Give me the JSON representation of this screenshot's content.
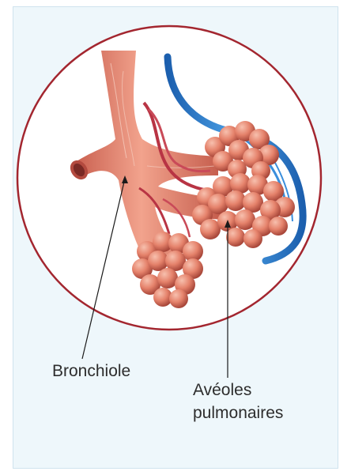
{
  "labels": {
    "bronchiole": "Bronchiole",
    "alveoles_line1": "Avéoles",
    "alveoles_line2": "pulmonaires"
  },
  "colors": {
    "panel_background": "#eef7fb",
    "circle_fill": "#ffffff",
    "circle_border": "#a3262f",
    "bronchiole_tissue": "#e78a72",
    "alveoli": "#df7f68",
    "vein": "#2a7fce",
    "artery": "#c23a4a",
    "leader_line": "#1a1a1a"
  },
  "icons": [
    "bronchiole-illustration",
    "alveoli-cluster-icon",
    "blood-vessel-icon"
  ]
}
